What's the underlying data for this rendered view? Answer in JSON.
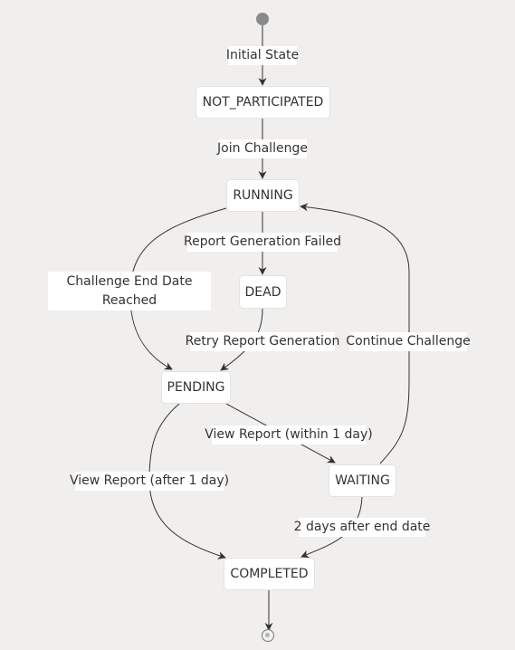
{
  "states": {
    "not_participated": "NOT_PARTICIPATED",
    "running": "RUNNING",
    "dead": "DEAD",
    "pending": "PENDING",
    "waiting": "WAITING",
    "completed": "COMPLETED"
  },
  "transitions": {
    "initial_state": "Initial State",
    "join_challenge": "Join Challenge",
    "report_generation_failed": "Report Generation Failed",
    "challenge_end_date_reached": "Challenge End Date Reached",
    "retry_report_generation": "Retry Report Generation",
    "continue_challenge": "Continue Challenge",
    "view_report_within_1_day": "View Report (within 1 day)",
    "view_report_after_1_day": "View Report (after 1 day)",
    "two_days_after_end_date": "2 days after end date"
  },
  "colors": {
    "background": "#f0efee",
    "node_fill": "#ffffff",
    "node_border": "#e3e3e3",
    "edge": "#333333",
    "text": "#333333",
    "start_marker": "#8a8a8a"
  }
}
